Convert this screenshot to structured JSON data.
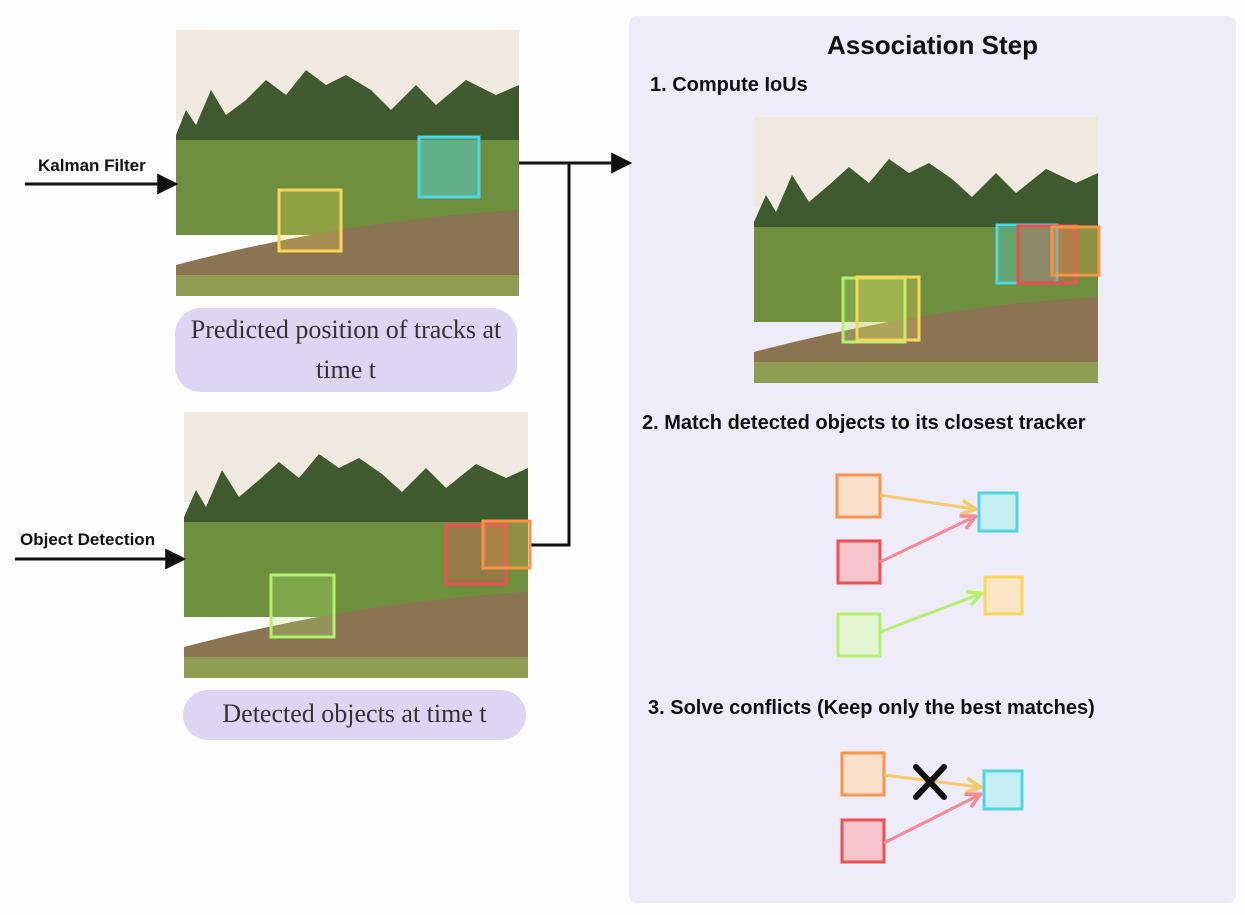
{
  "inputs": {
    "kalman_label": "Kalman Filter",
    "detection_label": "Object Detection"
  },
  "captions": {
    "predicted_line1": "Predicted position of tracks at",
    "predicted_line2": "time t",
    "detected": "Detected objects at time t"
  },
  "association": {
    "title": "Association Step",
    "step1": "1. Compute IoUs",
    "step2": "2. Match detected objects to its closest tracker",
    "step3": "3. Solve conflicts (Keep only the best matches)"
  },
  "colors": {
    "yellow": "#f9d65a",
    "cyan": "#4fd6e0",
    "red": "#ef4e55",
    "orange": "#f7944a",
    "green": "#b4f06e",
    "panel": "#eeecf8",
    "caption_bg": "#ddd6f3"
  },
  "boxes": {
    "predicted_tracks": [
      "yellow",
      "cyan"
    ],
    "detected_objects": [
      "green",
      "red",
      "orange"
    ]
  },
  "matches": [
    {
      "detection": "orange",
      "track": "cyan"
    },
    {
      "detection": "red",
      "track": "cyan"
    },
    {
      "detection": "green",
      "track": "yellow"
    }
  ],
  "conflict_resolution": {
    "rejected": {
      "detection": "orange",
      "track": "cyan"
    },
    "kept": {
      "detection": "red",
      "track": "cyan"
    },
    "reject_icon": "x-mark-icon"
  }
}
